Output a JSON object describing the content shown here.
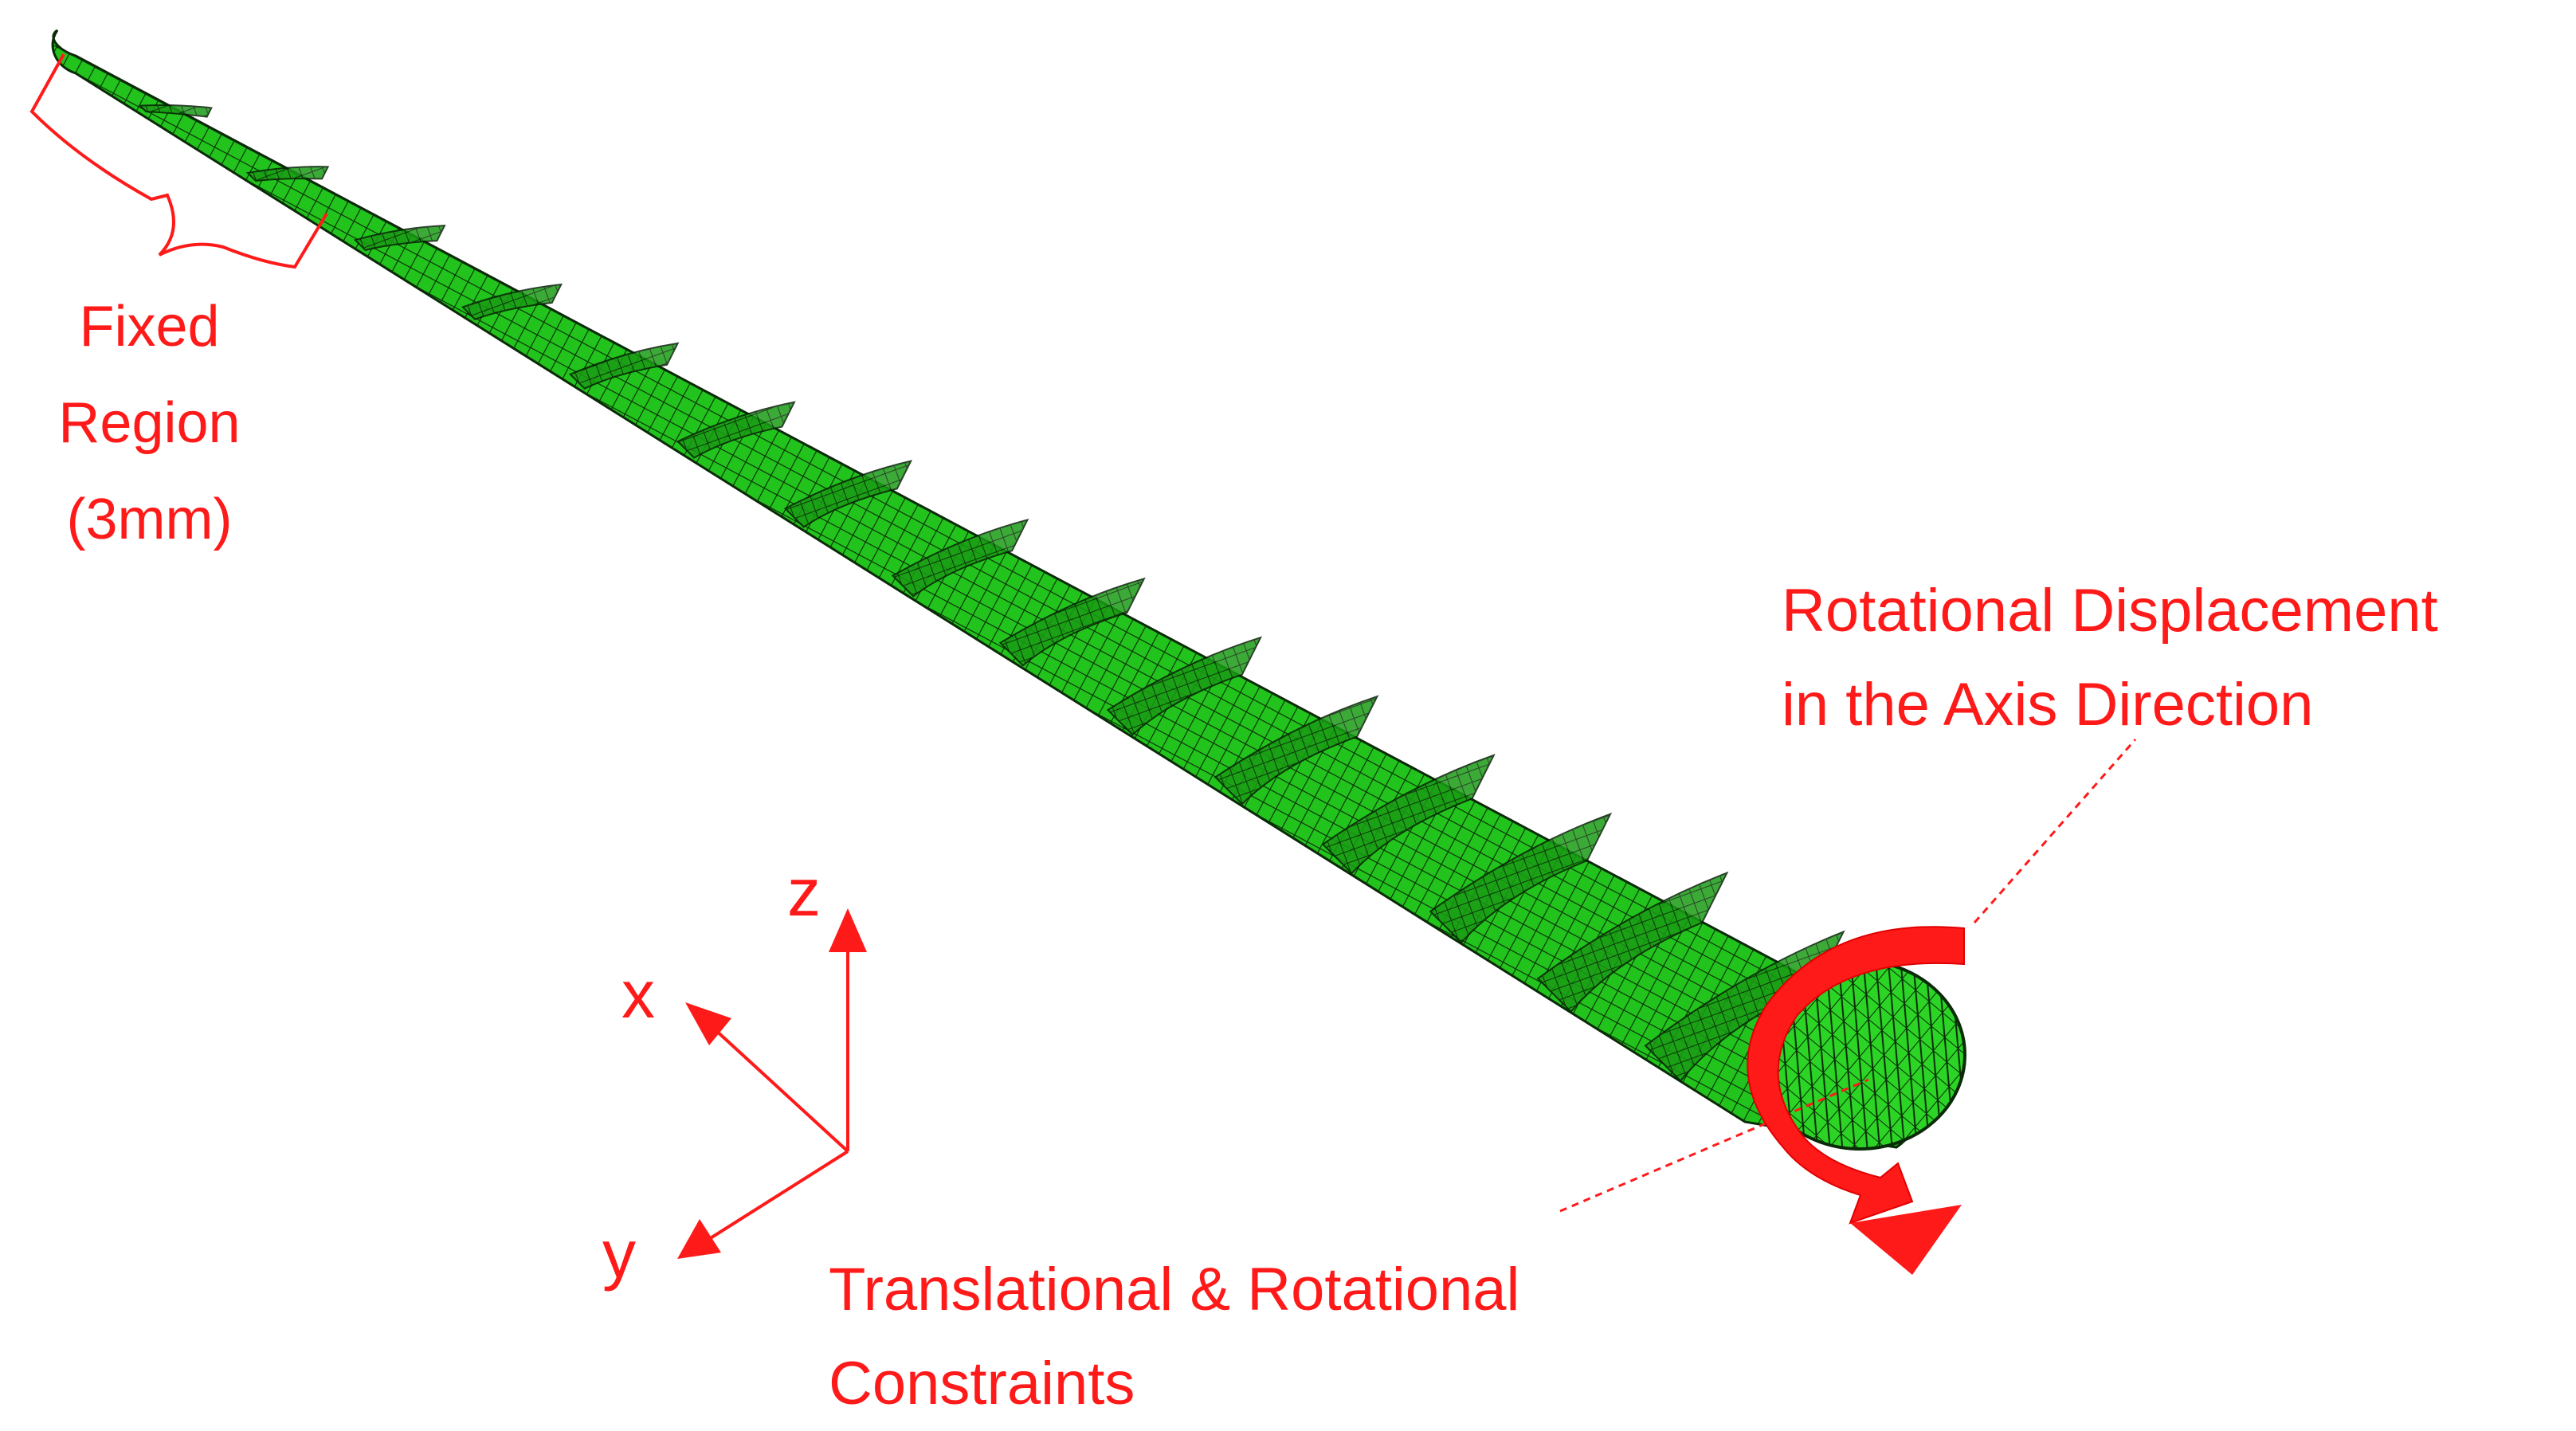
{
  "colors": {
    "annotation": "#ff1a1a",
    "mesh_fill": "#22c31c",
    "mesh_dark": "#0f6a0c",
    "mesh_line": "#0a2a08",
    "background": "#ffffff"
  },
  "labels": {
    "fixed_region": [
      "Fixed",
      "Region",
      "(3mm)"
    ],
    "rotational_displacement": [
      "Rotational Displacement",
      "in the Axis Direction"
    ],
    "translational_constraints": [
      "Translational & Rotational",
      "Constraints"
    ]
  },
  "axes": {
    "z": "z",
    "x": "x",
    "y": "y"
  },
  "icons": {
    "rotation_arrow": "curved-arrow-icon",
    "bracket": "curly-bracket-icon"
  }
}
